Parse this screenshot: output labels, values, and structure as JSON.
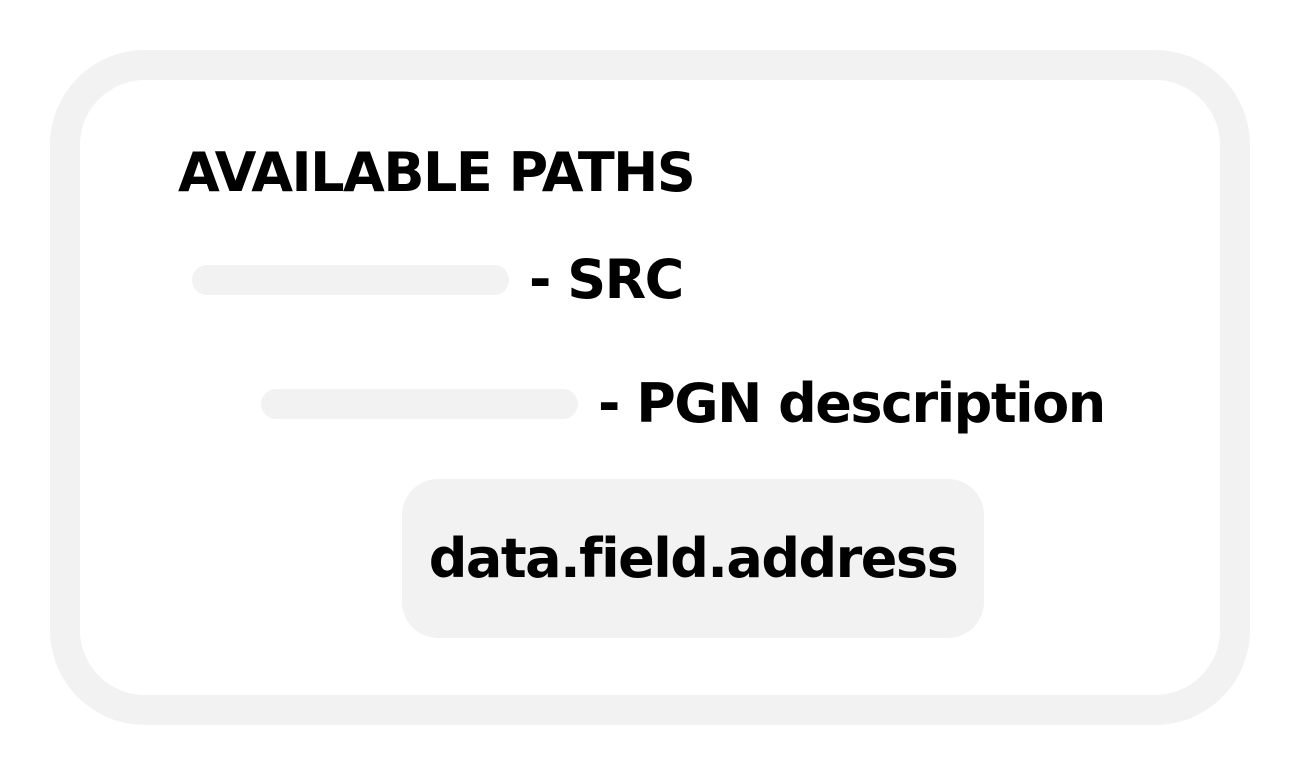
{
  "panel": {
    "title": "AVAILABLE PATHS",
    "paths": [
      {
        "label": "- SRC"
      },
      {
        "label": "- PGN description"
      }
    ],
    "selected_path": "data.field.address"
  },
  "colors": {
    "frame": "#f2f2f2",
    "background": "#ffffff",
    "text": "#000000"
  }
}
